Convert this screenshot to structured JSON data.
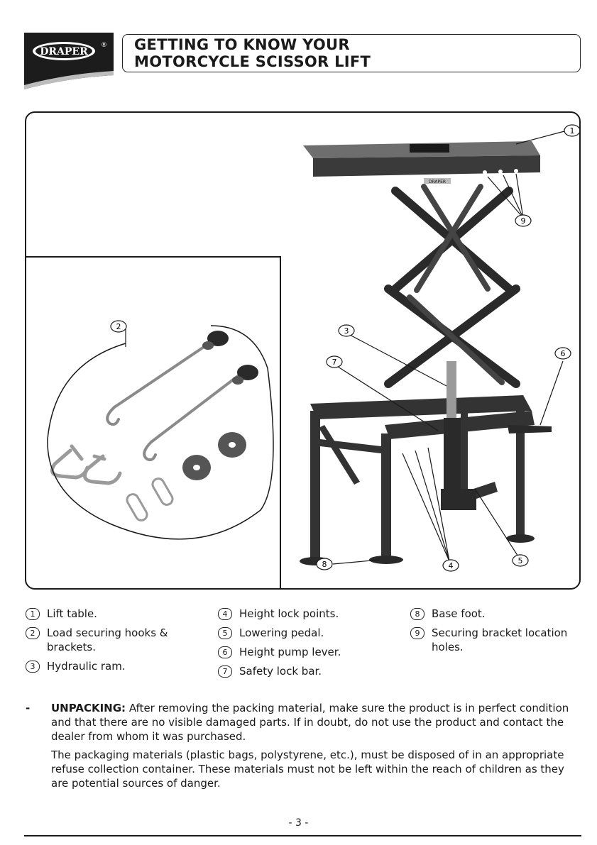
{
  "header": {
    "logo_text": "DRAPER",
    "registered_mark": "®",
    "title_line1": "GETTING TO KNOW YOUR",
    "title_line2": "MOTORCYCLE SCISSOR LIFT"
  },
  "figure": {
    "callouts": [
      "1",
      "2",
      "3",
      "4",
      "5",
      "6",
      "7",
      "8",
      "9"
    ],
    "table_badge_text": "DRAPER"
  },
  "legend": {
    "items": [
      {
        "num": "1",
        "text": "Lift table."
      },
      {
        "num": "2",
        "text": "Load securing hooks & brackets."
      },
      {
        "num": "3",
        "text": "Hydraulic ram."
      },
      {
        "num": "4",
        "text": "Height lock points."
      },
      {
        "num": "5",
        "text": "Lowering pedal."
      },
      {
        "num": "6",
        "text": "Height pump lever."
      },
      {
        "num": "7",
        "text": "Safety lock bar."
      },
      {
        "num": "8",
        "text": "Base foot."
      },
      {
        "num": "9",
        "text": "Securing bracket location holes."
      }
    ]
  },
  "unpacking": {
    "dash": "-",
    "heading": "UNPACKING:",
    "text": "After removing the packing material, make sure the product is in perfect condition and that there are no visible damaged parts. If in doubt, do not use the product and contact the dealer from whom it was purchased.",
    "text2": "The packaging materials (plastic bags, polystyrene, etc.), must be disposed of in an appropriate refuse collection container. These materials must not be left within the reach of children as they are potential sources of danger."
  },
  "footer": {
    "page_number": "- 3 -"
  }
}
